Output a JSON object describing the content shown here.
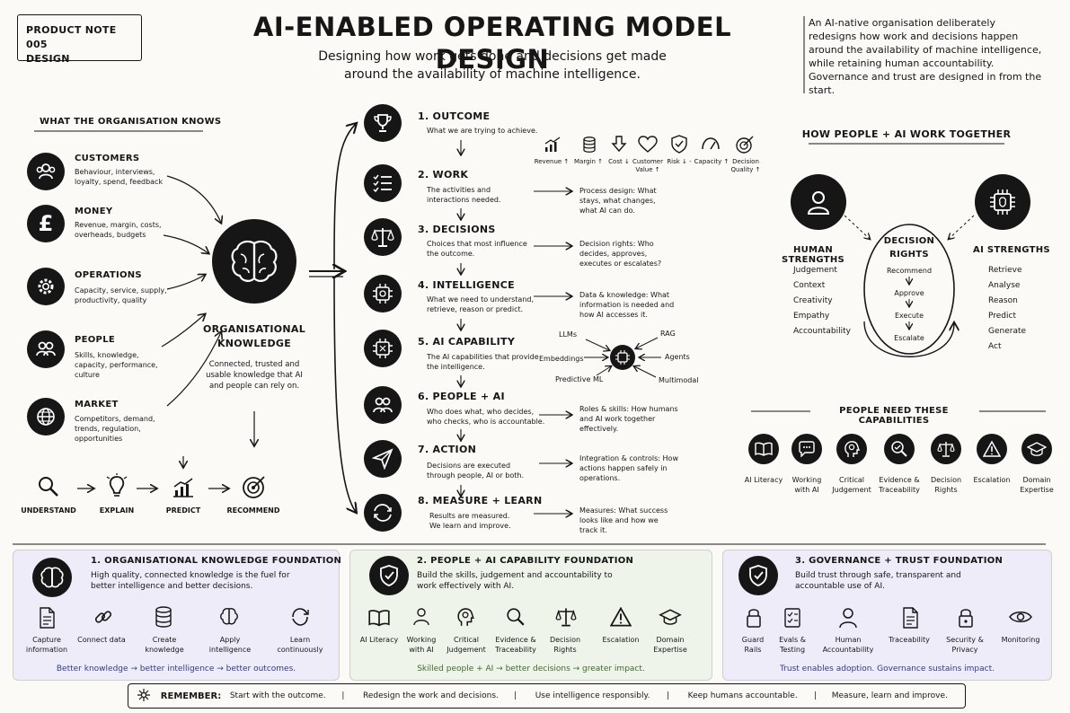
{
  "note": {
    "line1": "PRODUCT NOTE 005",
    "line2": "DESIGN"
  },
  "title": "AI-ENABLED OPERATING MODEL DESIGN",
  "subtitle_1": "Designing how work gets done and decisions get made",
  "subtitle_2": "around the availability of machine intelligence.",
  "intro": "An AI-native organisation deliberately redesigns how work and decisions happen around the availability of machine intelligence, while retaining human accountability. Governance and trust are designed in from the start.",
  "knows": {
    "heading": "WHAT THE ORGANISATION KNOWS",
    "items": [
      {
        "title": "CUSTOMERS",
        "desc": "Behaviour, interviews, loyalty, spend, feedback",
        "icon": "customers-icon"
      },
      {
        "title": "MONEY",
        "desc": "Revenue, margin, costs, overheads, budgets",
        "icon": "pound-icon"
      },
      {
        "title": "OPERATIONS",
        "desc": "Capacity, service, supply, productivity, quality",
        "icon": "gear-icon"
      },
      {
        "title": "PEOPLE",
        "desc": "Skills, knowledge, capacity, performance, culture",
        "icon": "people-icon"
      },
      {
        "title": "MARKET",
        "desc": "Competitors, demand, trends, regulation, opportunities",
        "icon": "globe-icon"
      }
    ]
  },
  "knowledge": {
    "title_1": "ORGANISATIONAL",
    "title_2": "KNOWLEDGE",
    "desc": "Connected, trusted and usable knowledge that AI and people can rely on."
  },
  "pipeline": [
    "UNDERSTAND",
    "EXPLAIN",
    "PREDICT",
    "RECOMMEND"
  ],
  "steps": [
    {
      "title": "1. OUTCOME",
      "desc": "What we are trying to achieve.",
      "side": ""
    },
    {
      "title": "2. WORK",
      "desc": "The activities and interactions needed.",
      "side": "Process design: What stays, what changes, what AI can do."
    },
    {
      "title": "3. DECISIONS",
      "desc": "Choices that most influence the outcome.",
      "side": "Decision rights: Who decides, approves, executes or escalates?"
    },
    {
      "title": "4. INTELLIGENCE",
      "desc": "What we need to understand, retrieve, reason or predict.",
      "side": "Data & knowledge: What information is needed and how AI accesses it."
    },
    {
      "title": "5. AI CAPABILITY",
      "desc": "The AI capabilities that provide the intelligence.",
      "side": ""
    },
    {
      "title": "6. PEOPLE + AI",
      "desc": "Who does what, who decides, who checks, who is accountable.",
      "side": "Roles & skills: How humans and AI work together effectively."
    },
    {
      "title": "7. ACTION",
      "desc": "Decisions are executed through people, AI or both.",
      "side": "Integration & controls: How actions happen safely in operations."
    },
    {
      "title": "8. MEASURE + LEARN",
      "desc": "Results are measured. We learn and improve.",
      "side": "Measures: What success looks like and how we track it."
    }
  ],
  "outcome_metrics": [
    "Revenue ↑",
    "Margin ↑",
    "Cost ↓",
    "Customer Value ↑",
    "Risk ↓ -",
    "Capacity ↑",
    "Decision Quality ↑"
  ],
  "ai_cap": [
    "LLMs",
    "RAG",
    "Embeddings",
    "Agents",
    "Predictive ML",
    "Multimodal"
  ],
  "together": {
    "heading": "HOW PEOPLE + AI WORK TOGETHER",
    "human_title": "HUMAN STRENGTHS",
    "human": [
      "Judgement",
      "Context",
      "Creativity",
      "Empathy",
      "Accountability"
    ],
    "ai_title": "AI STRENGTHS",
    "ai": [
      "Retrieve",
      "Analyse",
      "Reason",
      "Predict",
      "Generate",
      "Act"
    ],
    "rights_title_1": "DECISION",
    "rights_title_2": "RIGHTS",
    "rights": [
      "Recommend",
      "Approve",
      "Execute",
      "Escalate"
    ]
  },
  "capabilities": {
    "heading": "PEOPLE NEED THESE CAPABILITIES",
    "items": [
      "AI Literacy",
      "Working with AI",
      "Critical Judgement",
      "Evidence & Traceability",
      "Decision Rights",
      "Escalation",
      "Domain Expertise"
    ]
  },
  "foundations": [
    {
      "title": "1. ORGANISATIONAL KNOWLEDGE FOUNDATION",
      "desc": "High quality, connected knowledge is the fuel for better intelligence and better decisions.",
      "items": [
        "Capture information",
        "Connect data",
        "Create knowledge",
        "Apply intelligence",
        "Learn continuously"
      ],
      "footer": "Better knowledge → better intelligence → better outcomes.",
      "bg": "#eeecf8",
      "accent": "#2f3a8f"
    },
    {
      "title": "2. PEOPLE + AI CAPABILITY FOUNDATION",
      "desc": "Build the skills, judgement and accountability to work effectively with AI.",
      "items": [
        "AI Literacy",
        "Working with AI",
        "Critical Judgement",
        "Evidence & Traceability",
        "Decision Rights",
        "Escalation",
        "Domain Expertise"
      ],
      "footer": "Skilled people + AI → better decisions → greater impact.",
      "bg": "#eff4ea",
      "accent": "#3d6b2a"
    },
    {
      "title": "3. GOVERNANCE + TRUST FOUNDATION",
      "desc": "Build trust through safe, transparent and accountable use of AI.",
      "items": [
        "Guard Rails",
        "Evals & Testing",
        "Human Accountability",
        "Traceability",
        "Security & Privacy",
        "Monitoring"
      ],
      "footer": "Trust enables adoption. Governance sustains impact.",
      "bg": "#eeecf8",
      "accent": "#2f3a8f"
    }
  ],
  "remember": {
    "label": "REMEMBER:",
    "items": [
      "Start with the outcome.",
      "Redesign the work and decisions.",
      "Use intelligence responsibly.",
      "Keep humans accountable.",
      "Measure, learn and improve."
    ]
  }
}
